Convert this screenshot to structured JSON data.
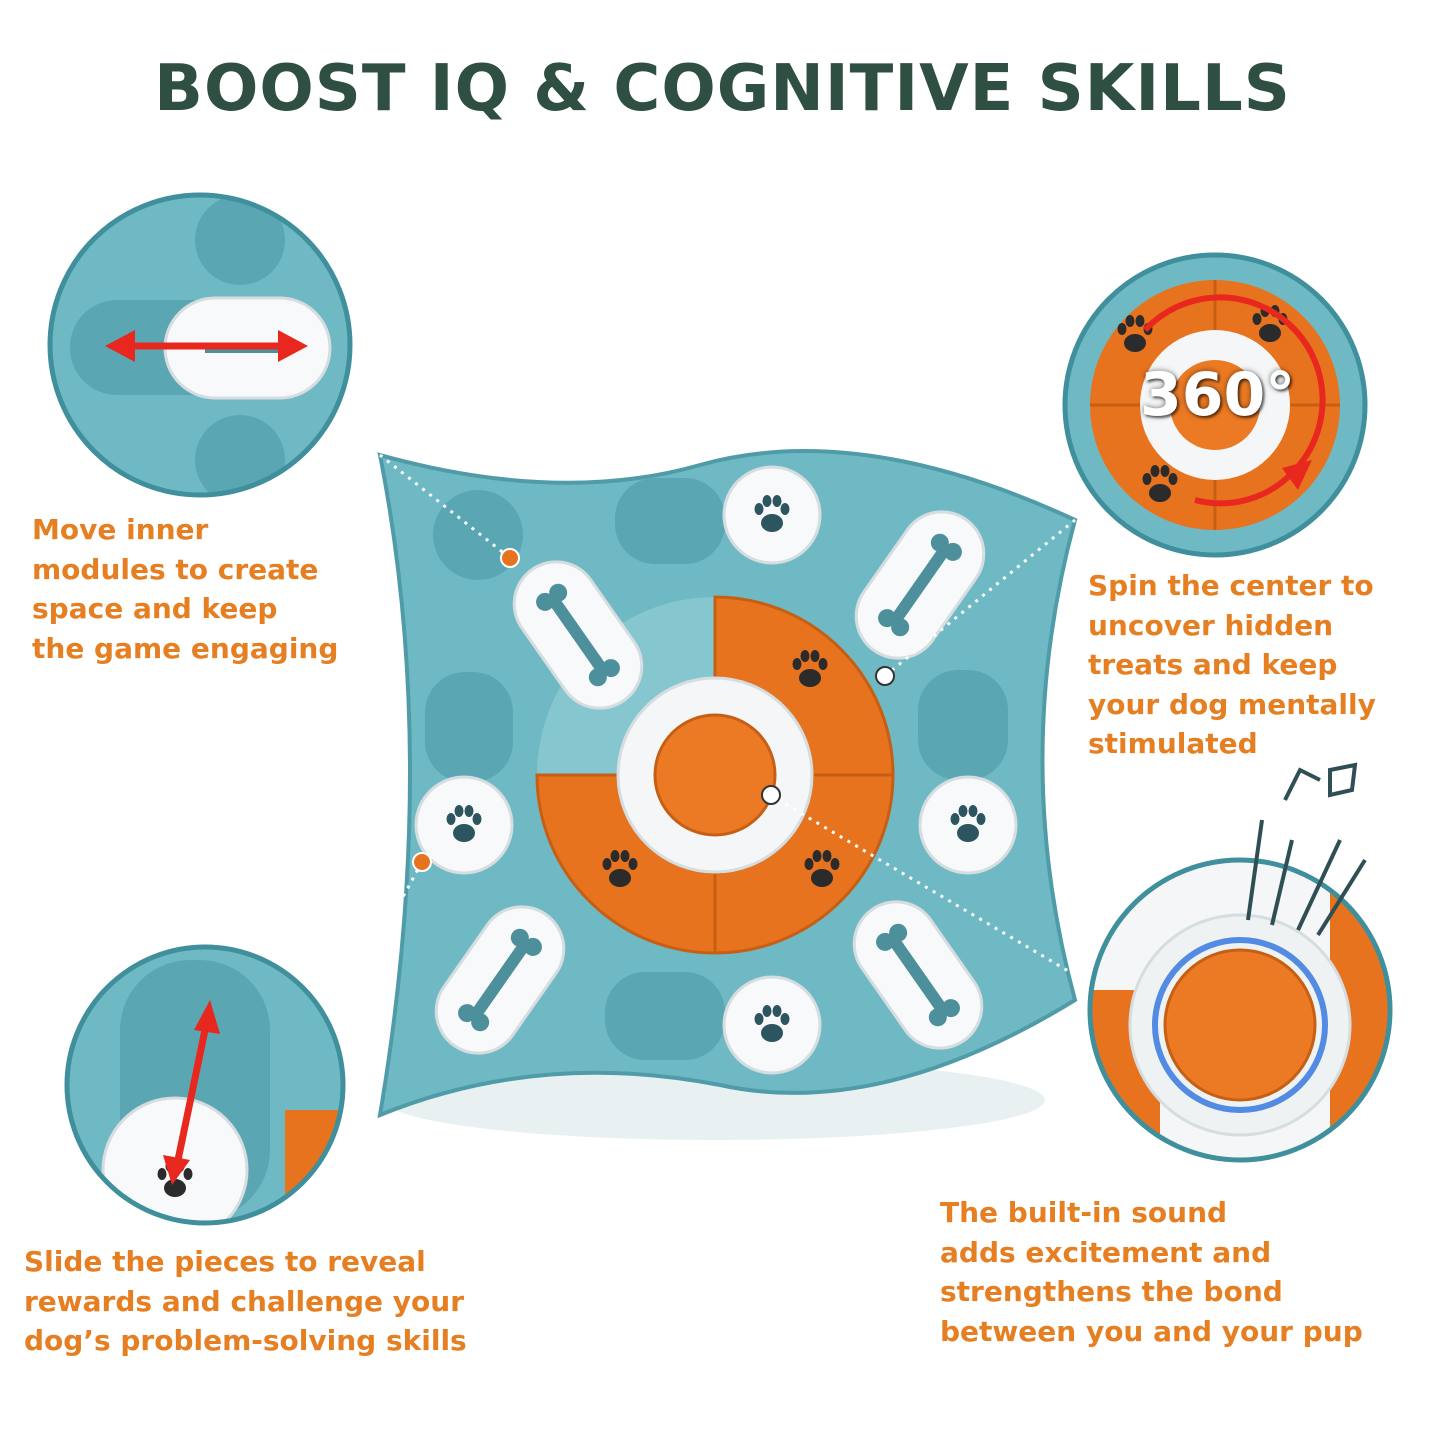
{
  "title": "BOOST IQ & COGNITIVE SKILLS",
  "captions": {
    "top_left": [
      "Move inner",
      "modules to create",
      "space and keep",
      "the game engaging"
    ],
    "top_right": [
      "Spin the center to",
      "uncover hidden",
      "treats and keep",
      "your dog mentally",
      "stimulated"
    ],
    "bottom_left": [
      "Slide the pieces to reveal",
      "rewards and challenge your",
      "dog’s problem-solving skills"
    ],
    "bottom_right": [
      "The built-in sound",
      "adds excitement and",
      "strengthens the bond",
      "between you and your pup"
    ]
  },
  "rotation_label": "360°",
  "colors": {
    "title": "#2f4f43",
    "caption": "#e67e22",
    "puzzle_body": "#6fb9c4",
    "puzzle_shadow": "#4f9ca8",
    "orange": "#e8731f",
    "white_piece": "#f7f9fa",
    "arrow": "#e8281e",
    "sound_glow": "#2b6fe0"
  },
  "icons": [
    "paw-icon",
    "bone-icon",
    "double-arrow-icon",
    "rotate-arrow-icon",
    "sound-lines-icon"
  ]
}
